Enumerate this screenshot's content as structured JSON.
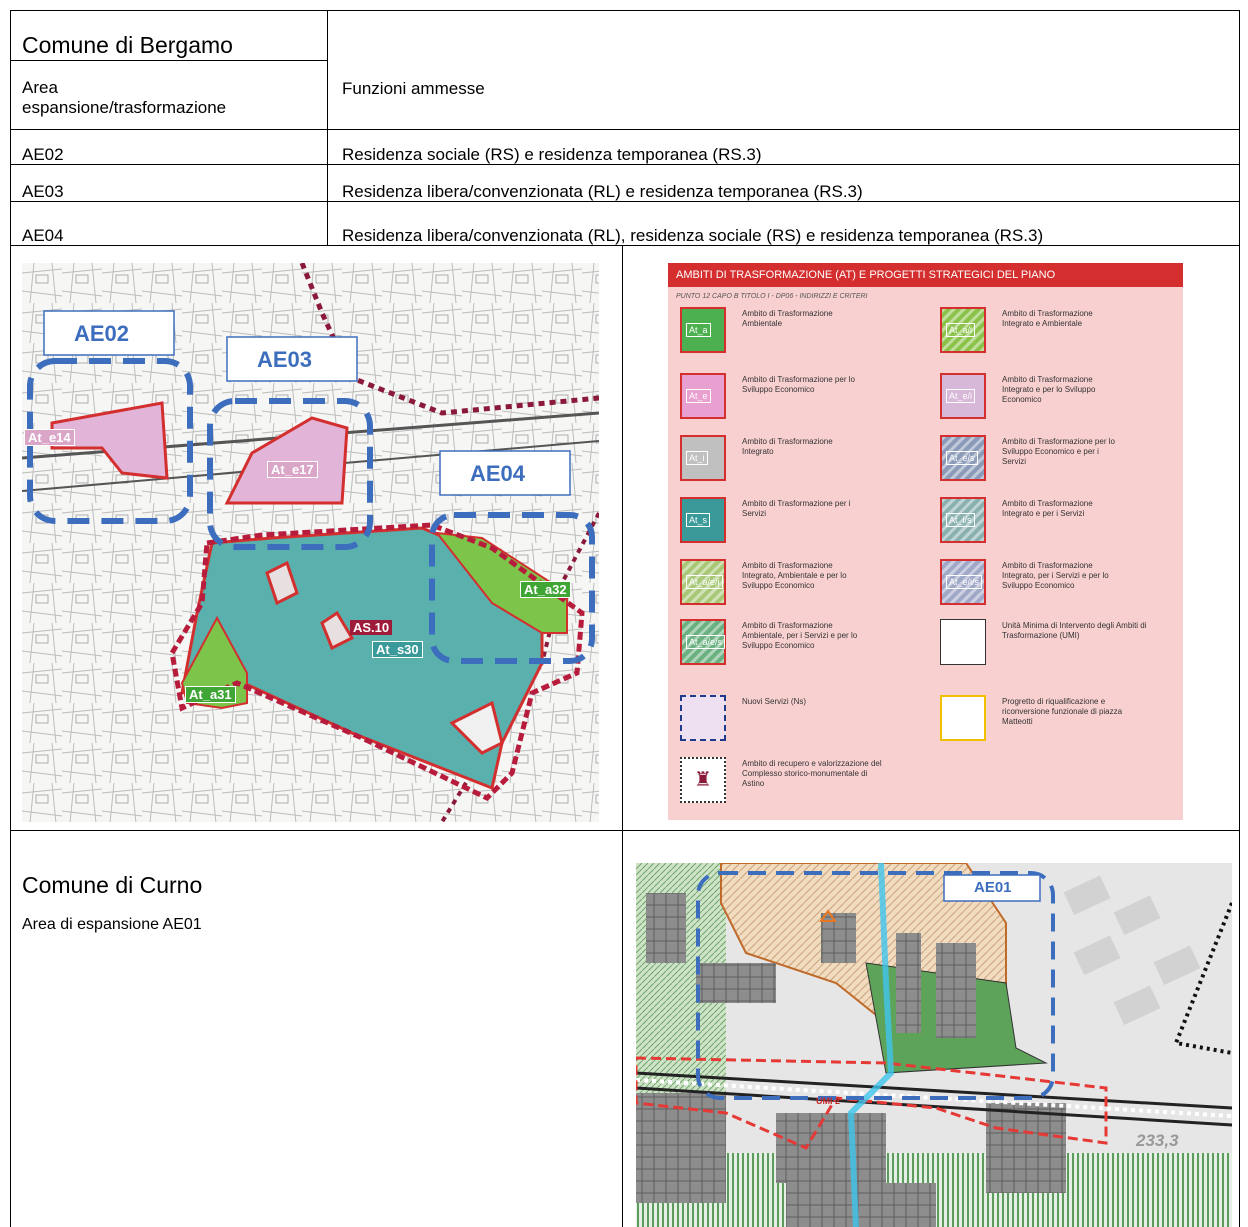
{
  "bergamo": {
    "title": "Comune di Bergamo",
    "header": {
      "col1": "Area\nespansione/trasformazione",
      "col2": "Funzioni ammesse"
    },
    "rows": [
      {
        "area": "AE02",
        "funzioni": "Residenza sociale (RS) e residenza temporanea (RS.3)"
      },
      {
        "area": "AE03",
        "funzioni": "Residenza libera/convenzionata (RL) e residenza temporanea (RS.3)"
      },
      {
        "area": "AE04",
        "funzioni": "Residenza libera/convenzionata (RL), residenza sociale (RS) e residenza temporanea (RS.3)"
      }
    ]
  },
  "bergamo_map": {
    "area_labels": [
      "AE02",
      "AE03",
      "AE04"
    ],
    "zone_labels": [
      "At_e14",
      "At_e17",
      "At_a32",
      "AS.10",
      "At_s30",
      "At_a31"
    ]
  },
  "legend": {
    "title": "AMBITI DI TRASFORMAZIONE (AT) E PROGETTI STRATEGICI DEL PIANO",
    "subtitle": "PUNTO 12 CAPO B TITOLO I - DP06 - INDIRIZZI E CRITERI",
    "items": [
      {
        "code": "At_a",
        "desc": "Ambito di Trasformazione\nAmbientale",
        "color": "#4caf50"
      },
      {
        "code": "At_a/i",
        "desc": "Ambito di Trasformazione\nIntegrato e Ambientale",
        "color": "#8bc34a"
      },
      {
        "code": "At_e",
        "desc": "Ambito di Trasformazione per lo\nSviluppo Economico",
        "color": "#e8a0d0"
      },
      {
        "code": "At_e/i",
        "desc": "Ambito di Trasformazione\nIntegrato e per lo Sviluppo\nEconomico",
        "color": "#d8b8d8"
      },
      {
        "code": "At_i",
        "desc": "Ambito di Trasformazione\nIntegrato",
        "color": "#c0c0c0"
      },
      {
        "code": "At_e/s",
        "desc": "Ambito di Trasformazione per lo\nSviluppo Economico e per i\nServizi",
        "color": "#8a9ab8"
      },
      {
        "code": "At_s",
        "desc": "Ambito di Trasformazione per i\nServizi",
        "color": "#3a9a9a"
      },
      {
        "code": "At_i/s",
        "desc": "Ambito di Trasformazione\nIntegrato e per i Servizi",
        "color": "#8ab0b0"
      },
      {
        "code": "At_a/e/i",
        "desc": "Ambito di Trasformazione\nIntegrato, Ambientale e per lo\nSviluppo Economico",
        "color": "#a8c878"
      },
      {
        "code": "At_e/i/s",
        "desc": "Ambito di Trasformazione\nIntegrato, per i Servizi e per lo\nSviluppo Economico",
        "color": "#a0a8c8"
      },
      {
        "code": "At_a/e/s",
        "desc": "Ambito di Trasformazione\nAmbientale, per i Servizi e per lo\nSviluppo Economico",
        "color": "#6ab080"
      },
      {
        "code": "",
        "desc": "Unità Minima di Intervento degli Ambiti di\nTrasformazione (UMI)",
        "color": "#ffffff"
      },
      {
        "code": "",
        "desc": "Nuovi Servizi (Ns)",
        "color": "#eee0f0"
      },
      {
        "code": "",
        "desc": "Progretto di riqualificazione e\nriconversione funzionale di piazza\nMatteotti",
        "color": "#ffffff"
      },
      {
        "code": "",
        "desc": "Ambito di recupero e valorizzazione del\nComplesso storico-monumentale di\nAstino",
        "color": "#ffffff"
      }
    ]
  },
  "curno": {
    "title": "Comune di Curno",
    "subtitle": "Area di espansione AE01"
  },
  "curno_map": {
    "area_label": "AE01",
    "umi_label": "UMI 2",
    "elevation": "233,3"
  }
}
